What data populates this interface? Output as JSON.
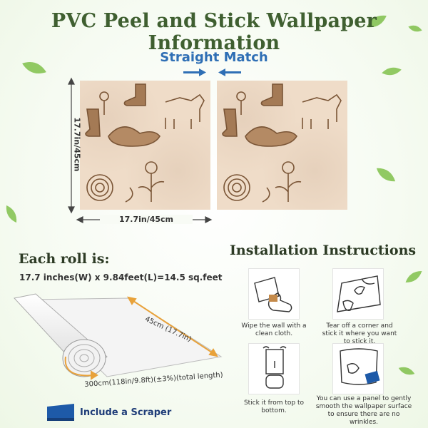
{
  "title": "PVC Peel and Stick Wallpaper Information",
  "match": {
    "label": "Straight Match"
  },
  "dimensions": {
    "height": "17.7in/45cm",
    "width": "17.7in/45cm"
  },
  "roll": {
    "heading": "Each roll is:",
    "spec": "17.7 inches(W) x 9.84feet(L)=14.5 sq.feet",
    "width_label": "45cm (17.7in)",
    "length_label": "300cm(118in/9.8ft)(±3%)(total length)"
  },
  "scraper": {
    "label": "Include a Scraper"
  },
  "installation": {
    "heading": "Installation Instructions",
    "steps": [
      {
        "text": "Wipe the wall with a clean cloth."
      },
      {
        "text": "Tear off a corner and stick it where you want to stick it."
      },
      {
        "text": "Stick it from top to bottom."
      },
      {
        "text": "You can use a panel to gently smooth the wallpaper surface to ensure there are no wrinkles."
      }
    ]
  },
  "colors": {
    "title": "#3f5f30",
    "match_blue": "#2f6fb5",
    "swatch_bg": "#efdcc8",
    "motif_brown": "#7a5536",
    "leaf_green": "#7fc04a",
    "scraper_blue": "#1e5aa8"
  },
  "icons": [
    "leaf-icon",
    "arrow-right-icon",
    "arrow-left-icon",
    "cowboy-boot-icon",
    "cowboy-hat-icon",
    "horse-icon",
    "lasso-icon",
    "flower-icon",
    "wallpaper-roll-icon",
    "scraper-icon",
    "hand-wipe-icon",
    "peel-corner-icon",
    "stick-roll-icon",
    "smooth-panel-icon"
  ]
}
